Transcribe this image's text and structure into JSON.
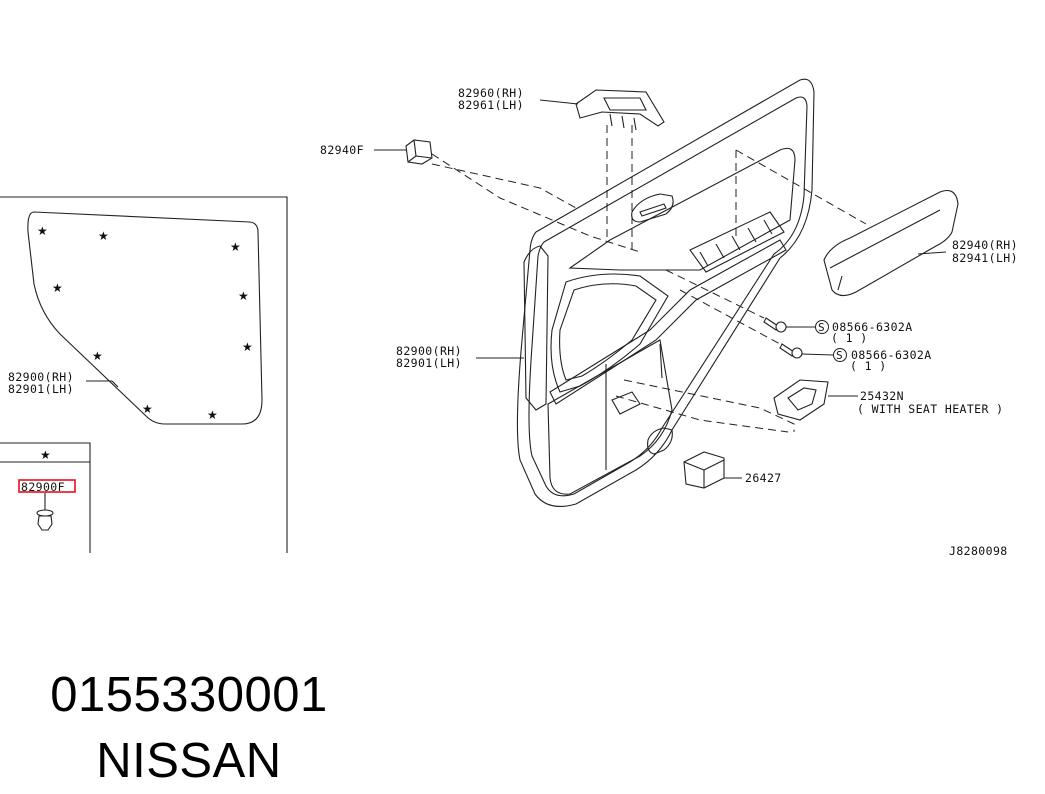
{
  "labels": {
    "p82960": "82960(RH)",
    "p82961": "82961(LH)",
    "p82940F": "82940F",
    "p82940": "82940(RH)",
    "p82941": "82941(LH)",
    "p82900": "82900(RH)",
    "p82901": "82901(LH)",
    "inset_82900": "82900(RH)",
    "inset_82901": "82901(LH)",
    "bolt1": "08566-6302A",
    "bolt1_qty": "( 1 )",
    "bolt2": "08566-6302A",
    "bolt2_qty": "( 1 )",
    "s_mark": "S",
    "p25432N": "25432N",
    "p25432N_note": "( WITH SEAT HEATER )",
    "p26427": "26427",
    "p82900F": "82900F",
    "diagram_code": "J8280098"
  },
  "caption": {
    "part_number": "0155330001",
    "brand": "NISSAN"
  },
  "colors": {
    "line": "#222222",
    "highlight": "#e8101a"
  }
}
